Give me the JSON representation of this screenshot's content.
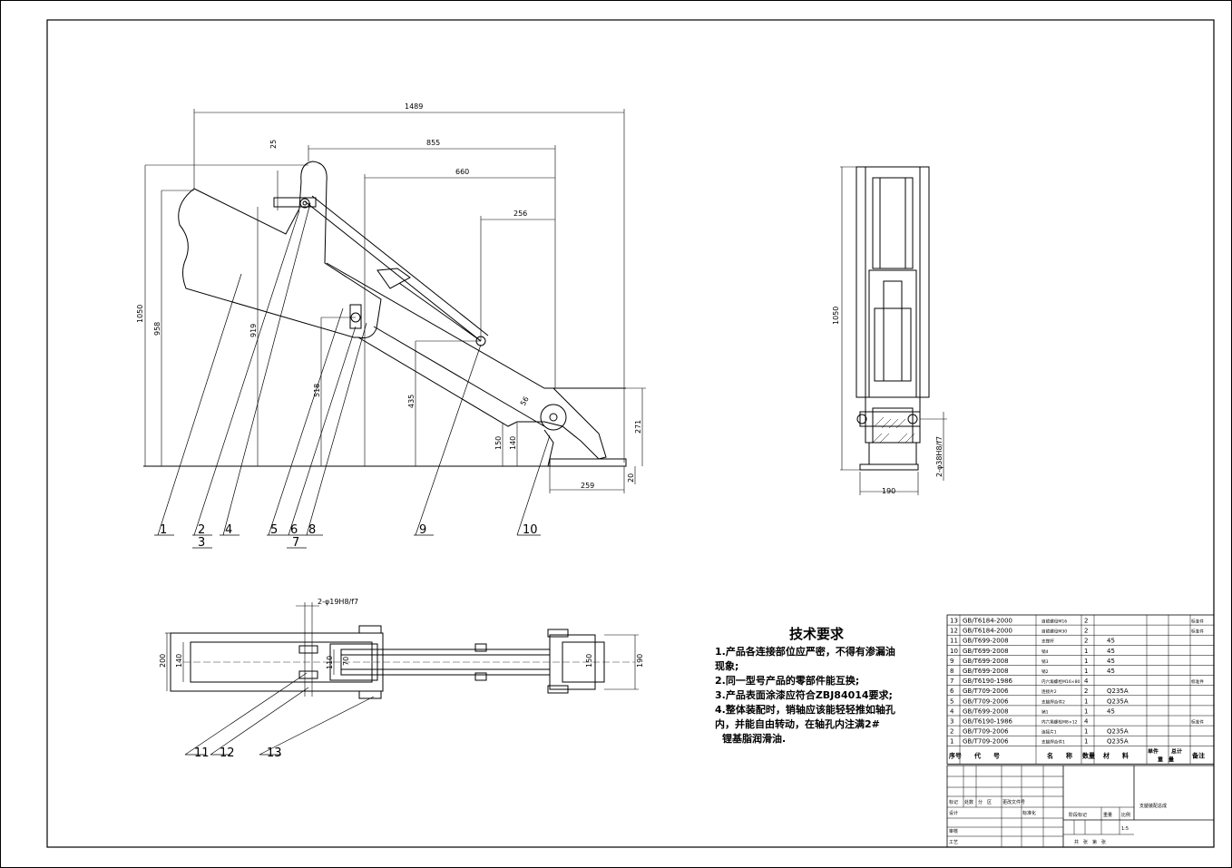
{
  "dimensions": {
    "front": [
      "1489",
      "855",
      "660",
      "256",
      "25",
      "1050",
      "958",
      "919",
      "518",
      "435",
      "150",
      "140",
      "271",
      "20",
      "259",
      "56"
    ],
    "side": [
      "1050",
      "190",
      "2-φ38H8/f7"
    ],
    "top": [
      "2-φ19H8/f7",
      "200",
      "140",
      "110",
      "70",
      "190",
      "150"
    ]
  },
  "part_labels": [
    "1",
    "2",
    "3",
    "4",
    "5",
    "6",
    "7",
    "8",
    "9",
    "10",
    "11",
    "12",
    "13"
  ],
  "requirements": {
    "title": "技术要求",
    "lines": [
      "1.产品各连接部位应严密，不得有渗漏油",
      "现象;",
      "2.同一型号产品的零部件能互换;",
      "3.产品表面涂漆应符合ZBJ84014要求;",
      "4.整体装配时，销轴应该能轻轻推如轴孔",
      "内，并能自由转动，在轴孔内注满2#",
      "锂基脂润滑油."
    ]
  },
  "bom": {
    "rows": [
      {
        "no": "13",
        "code": "GB/T6184-2000",
        "name": "自锁螺母M16",
        "qty": "2",
        "mat": "",
        "note": "标准件"
      },
      {
        "no": "12",
        "code": "GB/T6184-2000",
        "name": "自锁螺母M30",
        "qty": "2",
        "mat": "",
        "note": "标准件"
      },
      {
        "no": "11",
        "code": "GB/T699-2008",
        "name": "支撑杆",
        "qty": "2",
        "mat": "45",
        "note": ""
      },
      {
        "no": "10",
        "code": "GB/T699-2008",
        "name": "销4",
        "qty": "1",
        "mat": "45",
        "note": ""
      },
      {
        "no": "9",
        "code": "GB/T699-2008",
        "name": "销3",
        "qty": "1",
        "mat": "45",
        "note": ""
      },
      {
        "no": "8",
        "code": "GB/T699-2008",
        "name": "销2",
        "qty": "1",
        "mat": "45",
        "note": ""
      },
      {
        "no": "7",
        "code": "GB/T6190-1986",
        "name": "内六角螺栓M16×80",
        "qty": "4",
        "mat": "",
        "note": "标准件"
      },
      {
        "no": "6",
        "code": "GB/T709-2006",
        "name": "连接片2",
        "qty": "2",
        "mat": "Q235A",
        "note": ""
      },
      {
        "no": "5",
        "code": "GB/T709-2006",
        "name": "支腿焊合件2",
        "qty": "1",
        "mat": "Q235A",
        "note": ""
      },
      {
        "no": "4",
        "code": "GB/T699-2008",
        "name": "销1",
        "qty": "1",
        "mat": "45",
        "note": ""
      },
      {
        "no": "3",
        "code": "GB/T6190-1986",
        "name": "内六角螺栓M8×12",
        "qty": "4",
        "mat": "",
        "note": "标准件"
      },
      {
        "no": "2",
        "code": "GB/T709-2006",
        "name": "连接片1",
        "qty": "1",
        "mat": "Q235A",
        "note": ""
      },
      {
        "no": "1",
        "code": "GB/T709-2006",
        "name": "支腿焊合件1",
        "qty": "1",
        "mat": "Q235A",
        "note": ""
      }
    ],
    "header": {
      "no": "序号",
      "code": "代　　号",
      "name": "名　　称",
      "qty": "数量",
      "mat": "材　　料",
      "unit": "单件",
      "total": "总计",
      "weight": "重　量",
      "note": "备注"
    }
  },
  "title_block": {
    "drawing_title": "支腿装配总成",
    "mark": "标记",
    "count": "处数",
    "zone": "分　区",
    "change_doc": "更改文件号",
    "design": "设计",
    "standardize": "标准化",
    "review": "审核",
    "process": "工艺",
    "stage": "阶段标记",
    "weight": "重量",
    "scale_label": "比例",
    "scale": "1:5",
    "sheets": "共　张　第　张"
  }
}
